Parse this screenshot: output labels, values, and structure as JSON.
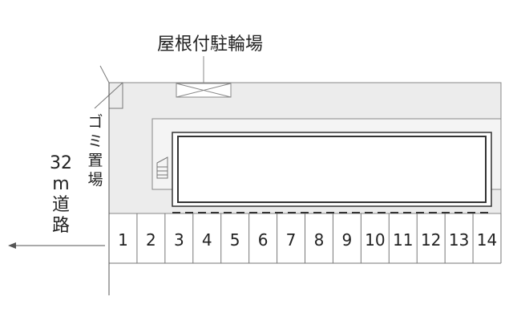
{
  "diagram": {
    "bike_shelter_label": "屋根付駐輪場",
    "garbage_label": "ゴミ置場",
    "road_width": "32",
    "road_unit": "m",
    "road_label": "道路",
    "parking_spaces": [
      "1",
      "2",
      "3",
      "4",
      "5",
      "6",
      "7",
      "8",
      "9",
      "10",
      "11",
      "12",
      "13",
      "14"
    ]
  },
  "colors": {
    "lot": "#ececec",
    "line": "#555555",
    "text": "#222222",
    "building_border": "#333333"
  }
}
